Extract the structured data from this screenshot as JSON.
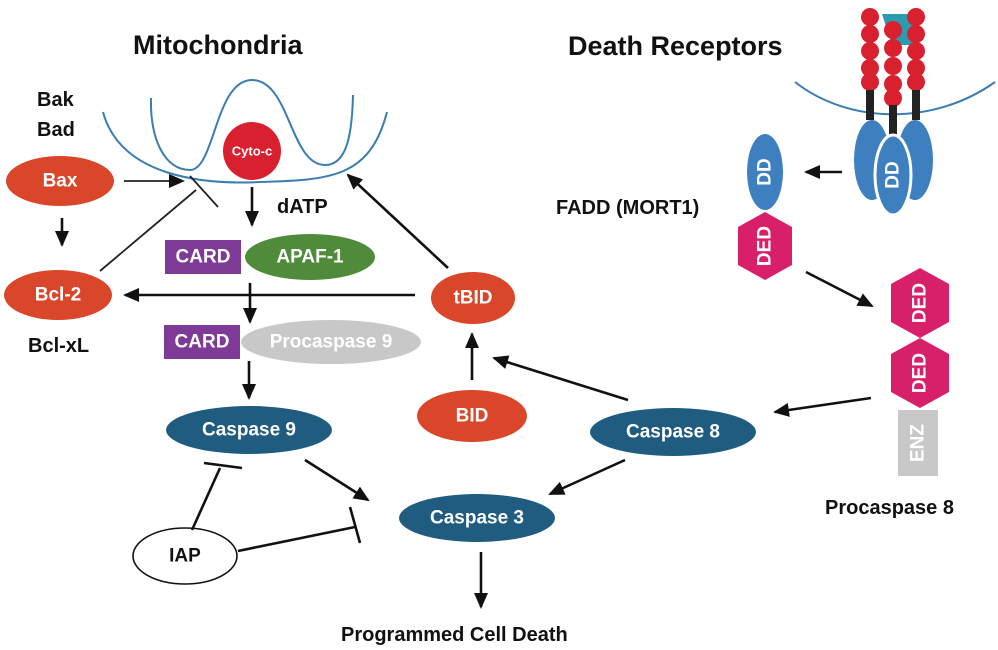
{
  "titles": {
    "mitochondria": "Mitochondria",
    "death_receptors": "Death Receptors"
  },
  "labels": {
    "bak": "Bak",
    "bad": "Bad",
    "bcl_xl": "Bcl-xL",
    "datp": "dATP",
    "fadd": "FADD (MORT1)",
    "procaspase8": "Procaspase 8",
    "outcome": "Programmed Cell Death"
  },
  "nodes": {
    "cyto_c": "Cyto-c",
    "bax": "Bax",
    "bcl2": "Bcl-2",
    "card1": "CARD",
    "apaf1": "APAF-1",
    "card2": "CARD",
    "procaspase9": "Procaspase 9",
    "caspase9": "Caspase 9",
    "tbid": "tBID",
    "bid": "BID",
    "caspase8": "Caspase 8",
    "caspase3": "Caspase 3",
    "iap": "IAP",
    "dd_receptor": "DD",
    "dd_fadd": "DD",
    "ded_fadd": "DED",
    "ded1": "DED",
    "ded2": "DED",
    "enz": "ENZ"
  },
  "colors": {
    "orange_red": "#d9462a",
    "red": "#d8202e",
    "green": "#4f8b3a",
    "purple": "#7d3a96",
    "gray": "#c8c8c8",
    "teal": "#1f5c80",
    "blue": "#3d7fbf",
    "magenta": "#d81f6a",
    "membrane": "#3a7db0"
  }
}
